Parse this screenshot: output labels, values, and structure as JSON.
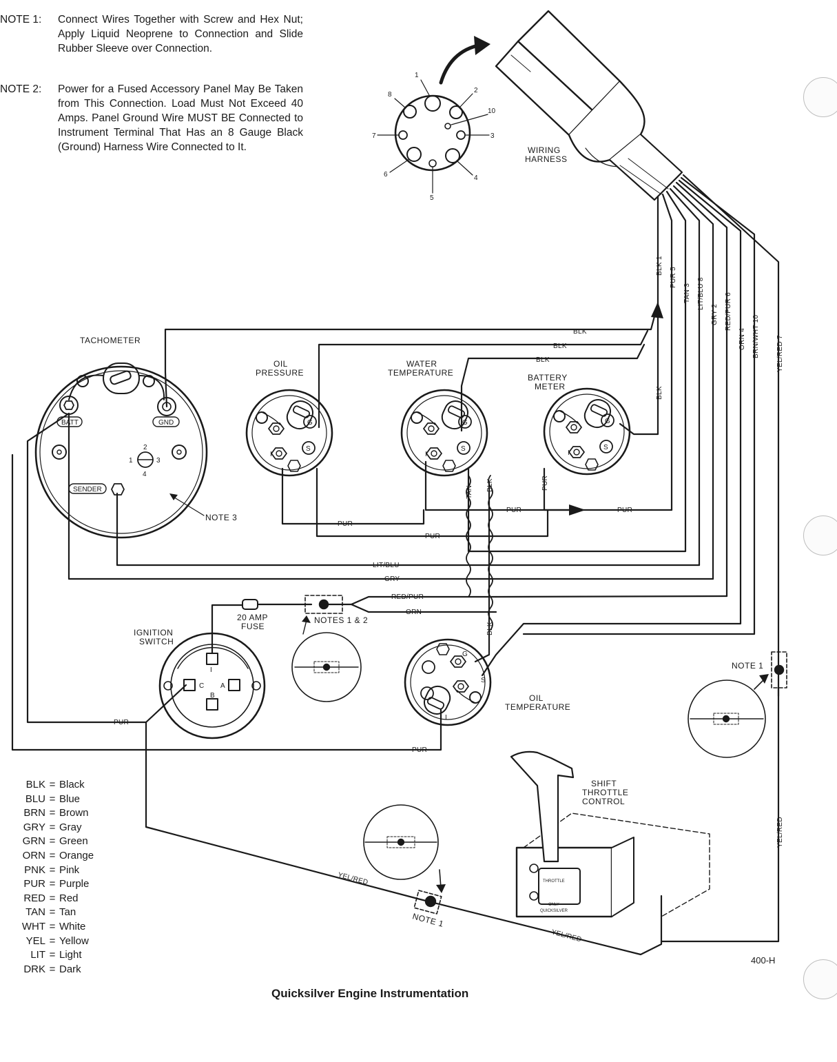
{
  "notes": [
    {
      "label": "NOTE 1:",
      "text": "Connect Wires Together with Screw and Hex Nut; Apply Liquid Neoprene to Connection and Slide Rubber Sleeve over Connection."
    },
    {
      "label": "NOTE 2:",
      "text": "Power for a Fused Accessory Panel May Be Taken from This Connection. Load Must Not Exceed 40 Amps. Panel Ground Wire MUST BE Connected to Instrument Terminal That Has an 8 Gauge Black (Ground) Harness Wire Connected to It."
    }
  ],
  "connector": {
    "pins": [
      "1",
      "2",
      "3",
      "4",
      "5",
      "6",
      "7",
      "8",
      "10"
    ],
    "label_line1": "WIRING",
    "label_line2": "HARNESS"
  },
  "harness_wires": [
    "BLK 1",
    "PUR 5",
    "TAN 3",
    "LIT/BLU 8",
    "GRY 2",
    "RED/PUR 6",
    "ORN 4",
    "BRN/WHT 10",
    "YEL/RED 7"
  ],
  "gauges": {
    "tachometer": {
      "title": "TACHOMETER",
      "batt": "BATT",
      "gnd": "GND",
      "sender": "SENDER",
      "dial": [
        "1",
        "2",
        "3",
        "4"
      ],
      "note": "NOTE 3"
    },
    "oil_pressure": {
      "line1": "OIL",
      "line2": "PRESSURE"
    },
    "water_temp": {
      "line1": "WATER",
      "line2": "TEMPERATURE"
    },
    "battery": {
      "line1": "BATTERY",
      "line2": "METER"
    },
    "oil_temp": {
      "line1": "OIL",
      "line2": "TEMPERATURE"
    },
    "terminals": {
      "g": "G",
      "s": "S",
      "i": "I"
    }
  },
  "ignition": {
    "line1": "IGNITION",
    "line2": "SWITCH",
    "terms": {
      "i": "I",
      "a": "A",
      "b": "B",
      "c": "C"
    }
  },
  "fuse": {
    "line1": "20 AMP",
    "line2": "FUSE"
  },
  "connection_notes": {
    "notes12": "NOTES 1 & 2",
    "note1_right": "NOTE 1",
    "note1_bottom": "NOTE 1"
  },
  "shift": {
    "line1": "SHIFT",
    "line2": "THROTTLE",
    "line3": "CONTROL",
    "lever_text1": "THROTTLE",
    "lever_text2": "ONLY",
    "lever_text3": "QUICKSILVER"
  },
  "wire_labels": {
    "blk": "BLK",
    "pur": "PUR",
    "tan": "TAN",
    "litblu": "LIT/BLU",
    "gry": "GRY",
    "redpur": "RED/PUR",
    "orn": "ORN",
    "yelred": "YEL/RED"
  },
  "legend": [
    {
      "code": "BLK",
      "name": "Black"
    },
    {
      "code": "BLU",
      "name": "Blue"
    },
    {
      "code": "BRN",
      "name": "Brown"
    },
    {
      "code": "GRY",
      "name": "Gray"
    },
    {
      "code": "GRN",
      "name": "Green"
    },
    {
      "code": "ORN",
      "name": "Orange"
    },
    {
      "code": "PNK",
      "name": "Pink"
    },
    {
      "code": "PUR",
      "name": "Purple"
    },
    {
      "code": "RED",
      "name": "Red"
    },
    {
      "code": "TAN",
      "name": "Tan"
    },
    {
      "code": "WHT",
      "name": "White"
    },
    {
      "code": "YEL",
      "name": "Yellow"
    },
    {
      "code": "LIT",
      "name": "Light"
    },
    {
      "code": "DRK",
      "name": "Dark"
    }
  ],
  "figure_code": "400-H",
  "title": "Quicksilver Engine Instrumentation"
}
